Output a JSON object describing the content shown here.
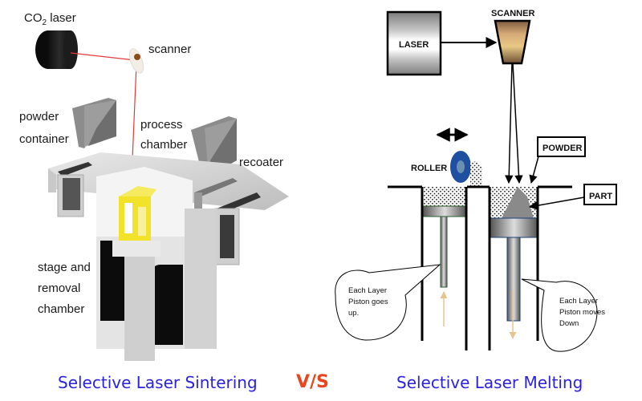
{
  "sls": {
    "labels": {
      "laser_main": "CO",
      "laser_sub": "2",
      "laser_suffix": " laser",
      "scanner": "scanner",
      "powder_container_1": "powder",
      "powder_container_2": "container",
      "process_chamber_1": "process",
      "process_chamber_2": "chamber",
      "recoater": "recoater",
      "stage_1": "stage and",
      "stage_2": "removal",
      "stage_3": "chamber"
    },
    "caption": "Selective Laser Sintering"
  },
  "separator": "V/S",
  "slm": {
    "labels": {
      "laser": "LASER",
      "scanner": "SCANNER",
      "roller": "ROLLER",
      "powder": "POWDER",
      "part": "PART",
      "left_note": [
        "Each Layer",
        "Piston goes",
        "up."
      ],
      "right_note": [
        "Each Layer",
        "Piston moves",
        "Down"
      ]
    },
    "caption": "Selective Laser Melting"
  },
  "colors": {
    "caption": "#2b22e0",
    "vs": "#e8461e",
    "laser_beam": "#e03a3a",
    "part_yellow": "#f2e22a",
    "roller_blue": "#1f4fa0",
    "arrow_tan": "#e6c48c"
  }
}
